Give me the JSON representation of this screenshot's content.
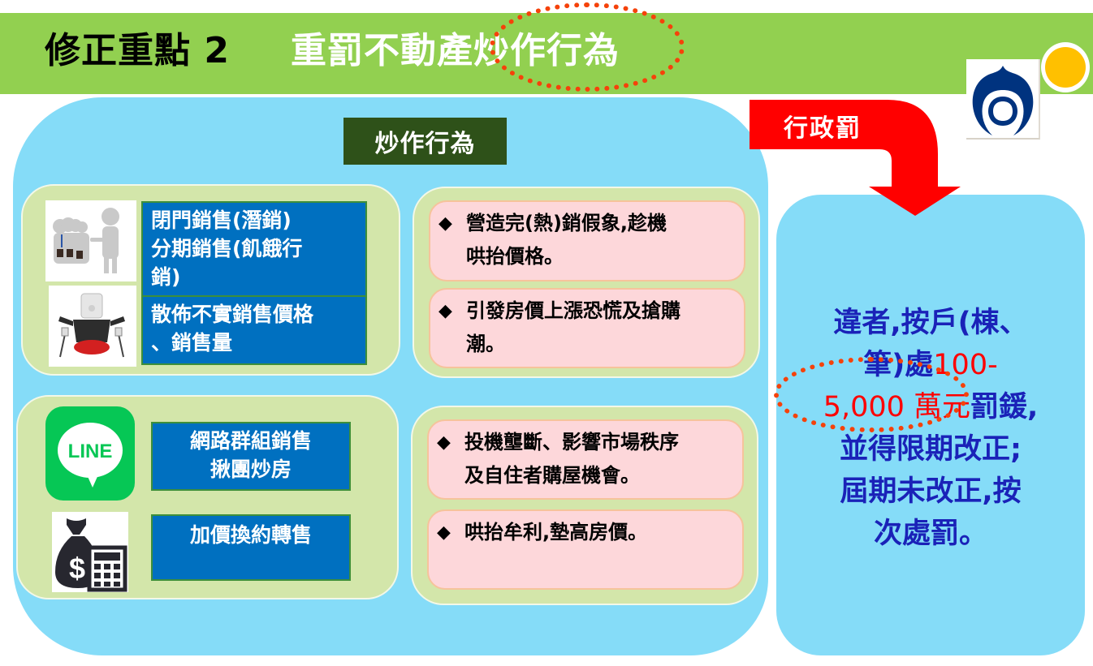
{
  "header": {
    "title_main": "修正重點 2",
    "title_sub": "重罰不動產炒作行為",
    "highlight": "炒作行為",
    "bg_color": "#92d050"
  },
  "logo": {
    "name": "agency-logo",
    "accent_circle_color": "#ffc000"
  },
  "main": {
    "section_label": "炒作行為",
    "behaviors": [
      {
        "icon": "people-presentation-image",
        "label_lines": [
          "閉門銷售(潛銷)",
          "分期銷售(飢餓行",
          "銷)"
        ]
      },
      {
        "icon": "press-speaker-image",
        "label_lines": [
          "散佈不實銷售價格",
          "、銷售量"
        ]
      },
      {
        "icon": "line-app-icon",
        "icon_text": "LINE",
        "label_lines": [
          "網路群組銷售",
          "揪團炒房"
        ]
      },
      {
        "icon": "money-bag-calculator-icon",
        "label_lines": [
          "加價換約轉售"
        ]
      }
    ],
    "effects": [
      {
        "bullet": "◆",
        "lines": [
          "營造完(熱)銷假象,趁機",
          "哄抬價格。"
        ]
      },
      {
        "bullet": "◆",
        "lines": [
          "引發房價上漲恐慌及搶購",
          "潮。"
        ]
      },
      {
        "bullet": "◆",
        "lines": [
          "投機壟斷、影響市場秩序",
          "及自住者購屋機會。"
        ]
      },
      {
        "bullet": "◆",
        "lines": [
          "哄抬牟利,墊高房價。"
        ]
      }
    ]
  },
  "arrow": {
    "label": "行政罰",
    "color": "#ff0000"
  },
  "penalty": {
    "line1": "違者,按戶(棟、",
    "line2_prefix": "筆)處",
    "line2_red": "100-",
    "line3_red": "5,000 萬元",
    "line3_suffix": "罰鍰,",
    "line4": "並得限期改正;",
    "line5": "屆期未改正,按",
    "line6": "次處罰。",
    "text_color": "#1a22b8",
    "highlight_color": "#ff0000"
  }
}
